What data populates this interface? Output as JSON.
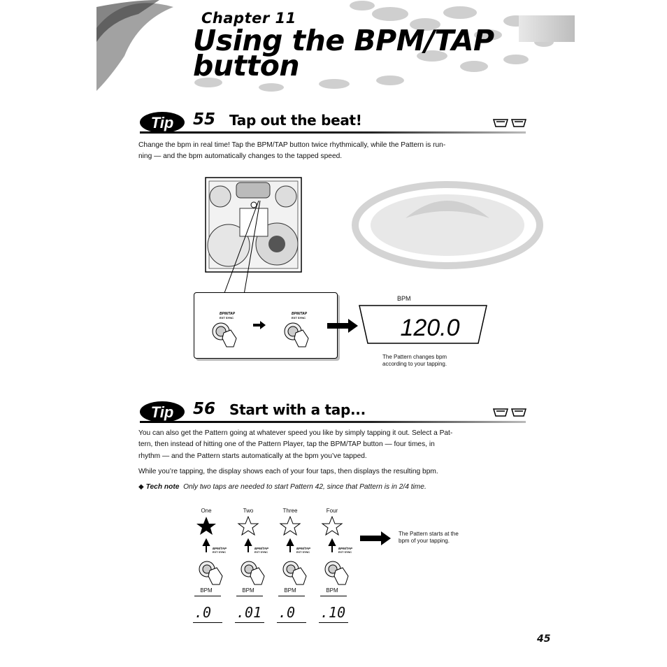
{
  "header": {
    "chapter": "Chapter 11",
    "title_line1": "Using the BPM/TAP",
    "title_line2": "button"
  },
  "tips": [
    {
      "badge": "Tip",
      "number": "55",
      "title": "Tap out the beat!",
      "text_line1": "Change the bpm in real time!  Tap the BPM/TAP button twice rhythmically, while the Pattern is run-",
      "text_line2": "ning — and the bpm automatically changes to the tapped speed."
    },
    {
      "badge": "Tip",
      "number": "56",
      "title": "Start with a tap...",
      "text_line1": "You can also get the Pattern going at whatever speed you like by simply tapping it out.  Select a Pat-",
      "text_line2": "tern, then instead of hitting one of the Pattern Player, tap the BPM/TAP button — four times, in",
      "text_line3": "rhythm — and the Pattern starts automatically at the bpm you’ve tapped.",
      "text_line4": "While you’re tapping, the display shows each of your four taps, then displays the resulting bpm.",
      "tech_note_label": "Tech note",
      "tech_note_text": "Only two taps are needed to start Pattern 42, since that Pattern is in 2/4 time."
    }
  ],
  "figure1": {
    "button_label_top": "BPM/TAP",
    "button_label_bottom": "EXT SYNC",
    "display_label": "BPM",
    "display_value": "120.0",
    "caption_line1": "The Pattern changes bpm",
    "caption_line2": "according to your tapping."
  },
  "figure2": {
    "taps": [
      {
        "label": "One",
        "bpm_label": "BPM",
        "display": ".0"
      },
      {
        "label": "Two",
        "bpm_label": "BPM",
        "display": ".01"
      },
      {
        "label": "Three",
        "bpm_label": "BPM",
        "display": ".0"
      },
      {
        "label": "Four",
        "bpm_label": "BPM",
        "display": ".10"
      }
    ],
    "caption_line1": "The Pattern starts at the",
    "caption_line2": "bpm of your tapping."
  },
  "page_number": "45",
  "colors": {
    "accent": "#000000",
    "decor": "#c8c8c8"
  }
}
